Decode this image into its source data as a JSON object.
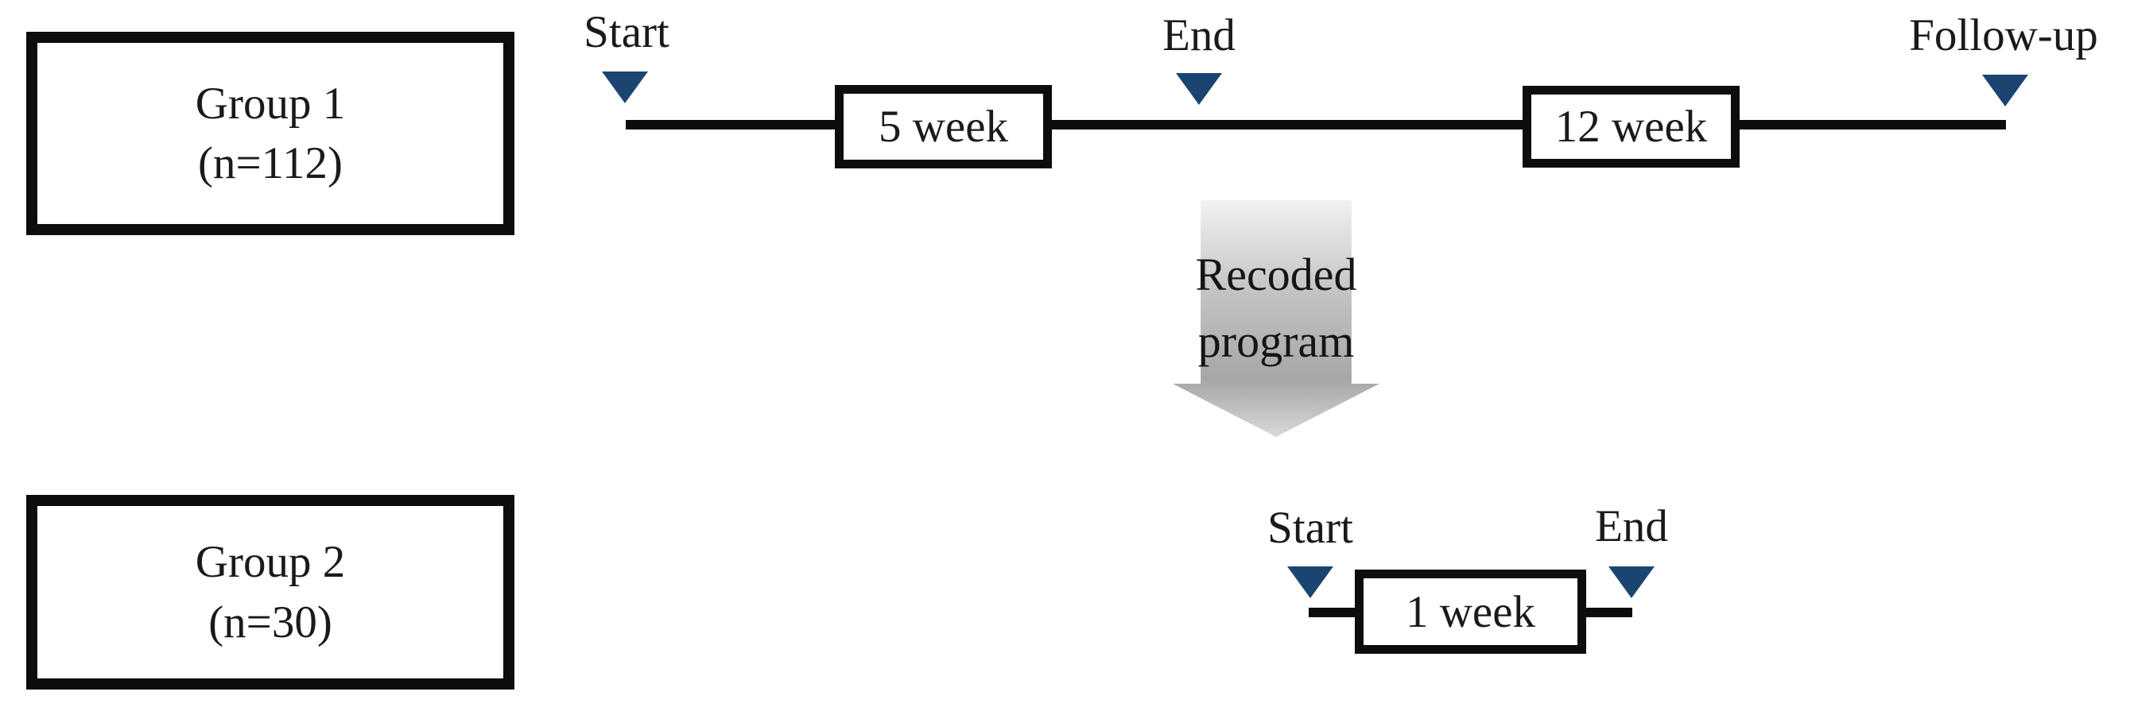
{
  "group1": {
    "title": "Group 1",
    "n": "(n=112)"
  },
  "group2": {
    "title": "Group 2",
    "n": "(n=30)"
  },
  "timeline1": {
    "start_label": "Start",
    "end_label": "End",
    "followup_label": "Follow-up",
    "phase1_label": "5 week",
    "phase2_label": "12 week"
  },
  "arrow": {
    "line1": "Recoded",
    "line2": "program"
  },
  "timeline2": {
    "start_label": "Start",
    "end_label": "End",
    "phase1_label": "1 week"
  },
  "colors": {
    "marker_navy": "#1c4471",
    "line_black": "#0d0d0d",
    "arrow_gradient_top": "#f2f2f2",
    "arrow_gradient_mid": "#a6a6a6",
    "arrow_gradient_tip": "#d9d9d9"
  }
}
